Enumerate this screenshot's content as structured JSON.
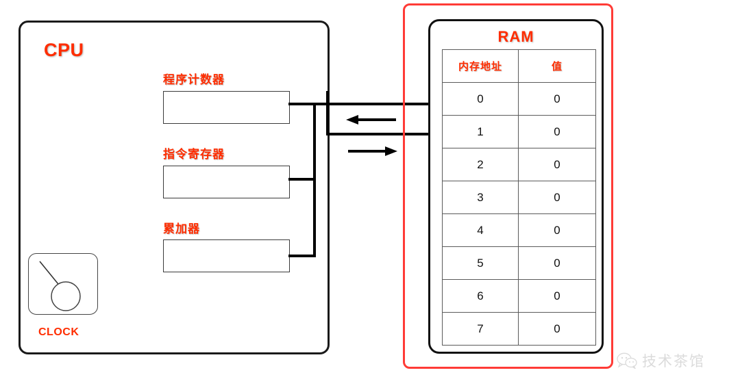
{
  "diagram": {
    "title_cpu": "CPU",
    "title_ram": "RAM",
    "clock_label": "CLOCK",
    "registers": [
      {
        "label": "程序计数器",
        "value": ""
      },
      {
        "label": "指令寄存器",
        "value": ""
      },
      {
        "label": "累加器",
        "value": ""
      }
    ],
    "bus": {
      "read_arrow": "left-arrow",
      "write_arrow": "right-arrow"
    },
    "ram_table": {
      "headers": [
        "内存地址",
        "值"
      ],
      "rows": [
        [
          "0",
          "0"
        ],
        [
          "1",
          "0"
        ],
        [
          "2",
          "0"
        ],
        [
          "3",
          "0"
        ],
        [
          "4",
          "0"
        ],
        [
          "5",
          "0"
        ],
        [
          "6",
          "0"
        ],
        [
          "7",
          "0"
        ]
      ]
    },
    "watermark": "技术茶馆",
    "colors": {
      "accent_red": "#ff2d00",
      "ram_border_red": "#ff3b36",
      "line_black": "#000000",
      "background": "#ffffff"
    }
  }
}
